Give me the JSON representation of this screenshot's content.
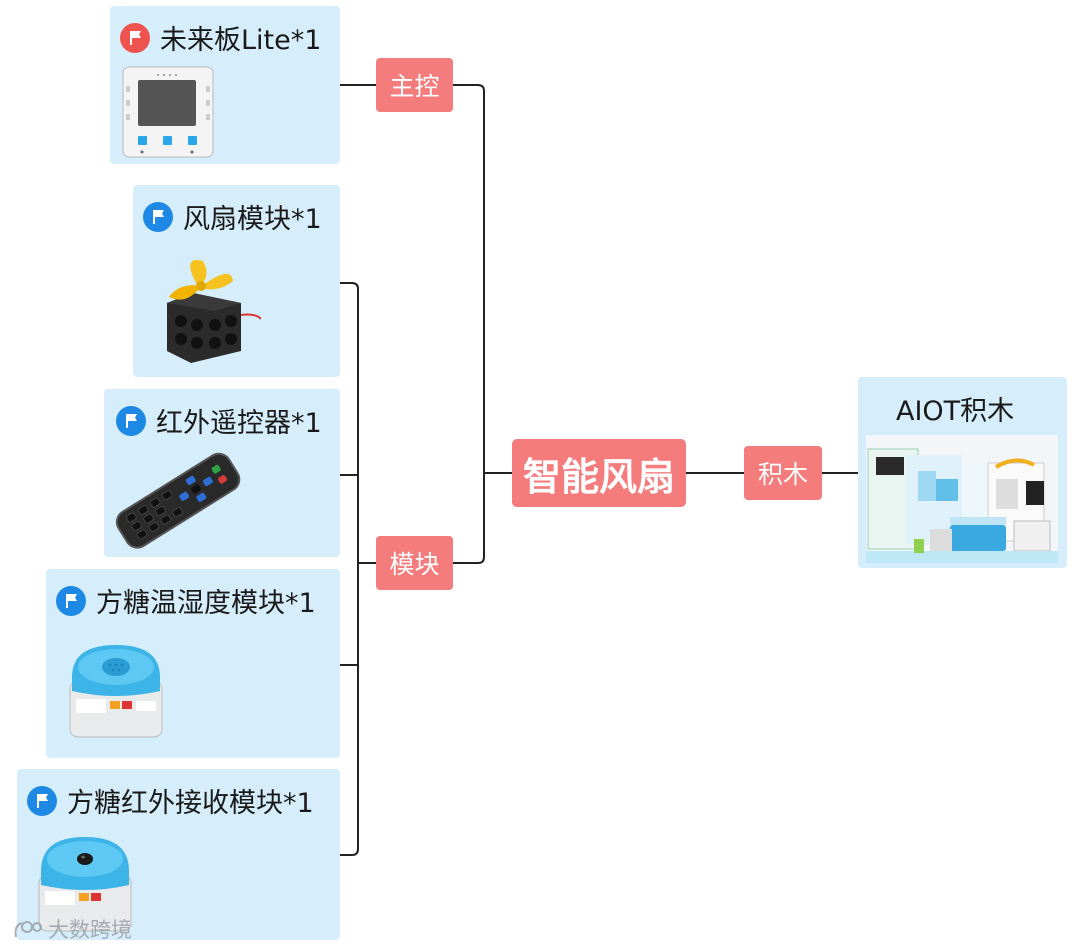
{
  "center": {
    "label": "智能风扇"
  },
  "connectors": {
    "main": "主控",
    "modules": "模块",
    "blocks": "积木"
  },
  "nodes": {
    "board": {
      "title": "未来板Lite*1",
      "icon": "flag-red-icon",
      "color": "#ef5350"
    },
    "fan": {
      "title": "风扇模块*1",
      "icon": "flag-blue-icon",
      "color": "#1e88e5"
    },
    "remote": {
      "title": "红外遥控器*1",
      "icon": "flag-blue-icon",
      "color": "#1e88e5"
    },
    "temp": {
      "title": "方糖温湿度模块*1",
      "icon": "flag-blue-icon",
      "color": "#1e88e5"
    },
    "ir": {
      "title": "方糖红外接收模块*1",
      "icon": "flag-blue-icon",
      "color": "#1e88e5"
    },
    "aiot": {
      "title": "AIOT积木"
    }
  },
  "watermark": {
    "text": "大数跨境"
  },
  "colors": {
    "card": "#d6eefb",
    "tag": "#f47c7c",
    "line": "#222222"
  }
}
